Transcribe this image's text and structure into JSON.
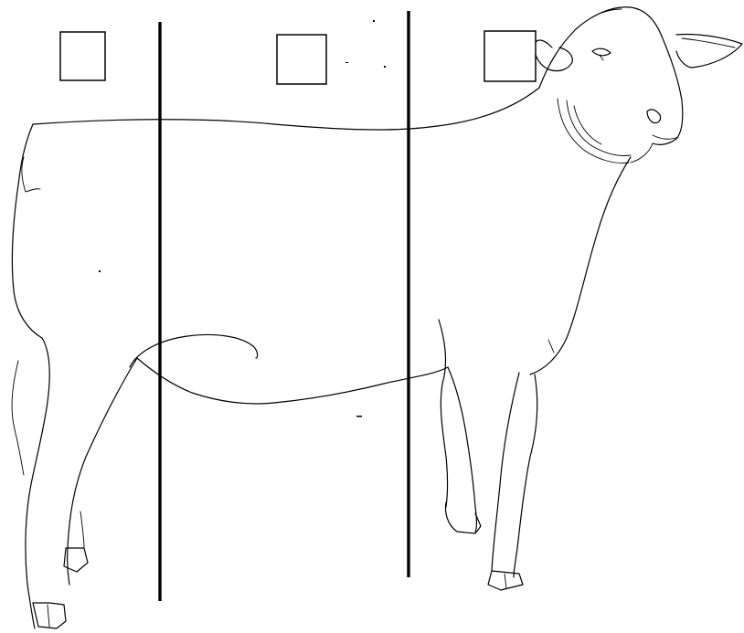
{
  "diagram": {
    "subject": "sheep",
    "colors": {
      "line": "#000000",
      "background": "#ffffff"
    },
    "answer_boxes": [
      {
        "id": "box-1",
        "value": ""
      },
      {
        "id": "box-2",
        "value": ""
      },
      {
        "id": "box-3",
        "value": ""
      }
    ],
    "dividers": 2
  }
}
